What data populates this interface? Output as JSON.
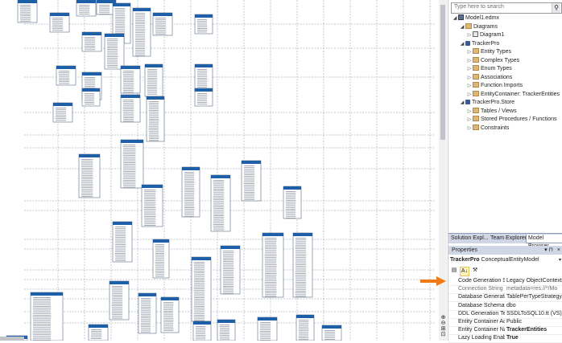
{
  "search": {
    "placeholder": "Type here to search"
  },
  "tree": [
    {
      "level": 0,
      "twist": "◢",
      "icon": "file",
      "label": "Model1.edmx"
    },
    {
      "level": 1,
      "twist": "◢",
      "icon": "folder",
      "label": "Diagrams"
    },
    {
      "level": 2,
      "twist": "▷",
      "icon": "diag",
      "label": "Diagram1"
    },
    {
      "level": 1,
      "twist": "◢",
      "icon": "model",
      "label": "TrackerPro"
    },
    {
      "level": 2,
      "twist": "▷",
      "icon": "folder",
      "label": "Entity Types"
    },
    {
      "level": 2,
      "twist": "▷",
      "icon": "folder",
      "label": "Complex Types"
    },
    {
      "level": 2,
      "twist": "▷",
      "icon": "folder",
      "label": "Enum Types"
    },
    {
      "level": 2,
      "twist": "▷",
      "icon": "folder",
      "label": "Associations"
    },
    {
      "level": 2,
      "twist": "▷",
      "icon": "folder",
      "label": "Function Imports"
    },
    {
      "level": 2,
      "twist": "▷",
      "icon": "folder",
      "label": "EntityContainer: TrackerEntities"
    },
    {
      "level": 1,
      "twist": "◢",
      "icon": "model",
      "label": "TrackerPro.Store"
    },
    {
      "level": 2,
      "twist": "▷",
      "icon": "folder",
      "label": "Tables / Views"
    },
    {
      "level": 2,
      "twist": "▷",
      "icon": "folder",
      "label": "Stored Procedures / Functions"
    },
    {
      "level": 2,
      "twist": "▷",
      "icon": "folder",
      "label": "Constraints"
    }
  ],
  "tabs": {
    "solution": "Solution Expl...",
    "team": "Team Explorer",
    "model": "Model Browser"
  },
  "properties": {
    "title": "Properties",
    "pin": "▾ ⊓",
    "close": "×",
    "object_name": "TrackerPro",
    "object_type": "ConceptualEntityModel",
    "rows": [
      {
        "name": "Code Generation Stra",
        "value": "Legacy ObjectContext",
        "style": "normal"
      },
      {
        "name": "Connection String",
        "value": "metadata=res://*/Mo",
        "style": "gray"
      },
      {
        "name": "Database Generation",
        "value": "TablePerTypeStrategy",
        "style": "normal"
      },
      {
        "name": "Database Schema Na",
        "value": "dbo",
        "style": "normal"
      },
      {
        "name": "DDL Generation Tem",
        "value": "SSDLToSQL10.tt (VS)",
        "style": "normal"
      },
      {
        "name": "Entity Container Acc",
        "value": "Public",
        "style": "normal"
      },
      {
        "name": "Entity Container Nan",
        "value": "TrackerEntities",
        "style": "bold"
      },
      {
        "name": "Lazy Loading Enable",
        "value": "True",
        "style": "bold"
      }
    ]
  },
  "colors": {
    "entity_header": "#1e5fa8",
    "arrow": "#f07b16",
    "tab_bar": "#cfd6e5"
  },
  "icons": {
    "search": "search-icon",
    "categorized": "categorized-icon",
    "alphabetical": "alphabetical-icon",
    "property_pages": "wrench-icon"
  }
}
